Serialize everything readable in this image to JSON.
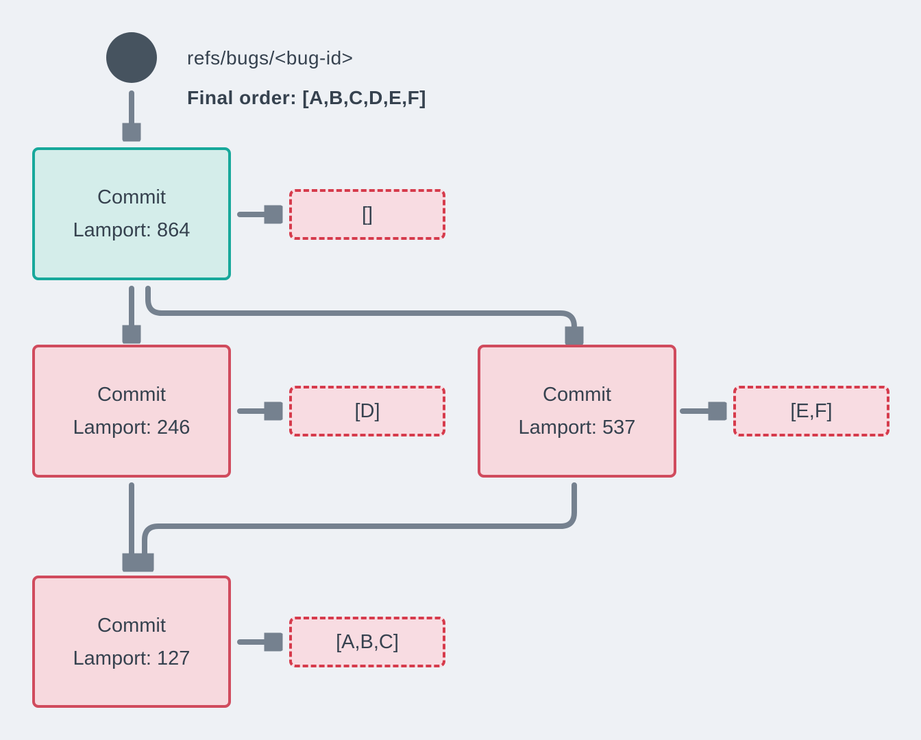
{
  "header": {
    "ref_name": "refs/bugs/<bug-id>",
    "final_order": "Final order: [A,B,C,D,E,F]"
  },
  "commits": [
    {
      "title": "Commit",
      "lamport_label": "Lamport: 864",
      "payload": "[]",
      "variant": "resolved-teal"
    },
    {
      "title": "Commit",
      "lamport_label": "Lamport: 246",
      "payload": "[D]",
      "variant": "open-pink"
    },
    {
      "title": "Commit",
      "lamport_label": "Lamport: 537",
      "payload": "[E,F]",
      "variant": "open-pink"
    },
    {
      "title": "Commit",
      "lamport_label": "Lamport: 127",
      "payload": "[A,B,C]",
      "variant": "open-pink"
    }
  ],
  "colors": {
    "background": "#eef1f5",
    "text": "#36424f",
    "arrow": "#75818f",
    "ref_circle": "#46535f",
    "teal_border": "#17a89b",
    "teal_fill": "#d4edea",
    "pink_border": "#d04b5d",
    "pink_fill": "#f7d9de",
    "payload_dashed_border": "#d63b4c",
    "payload_fill": "#f8dce2"
  }
}
